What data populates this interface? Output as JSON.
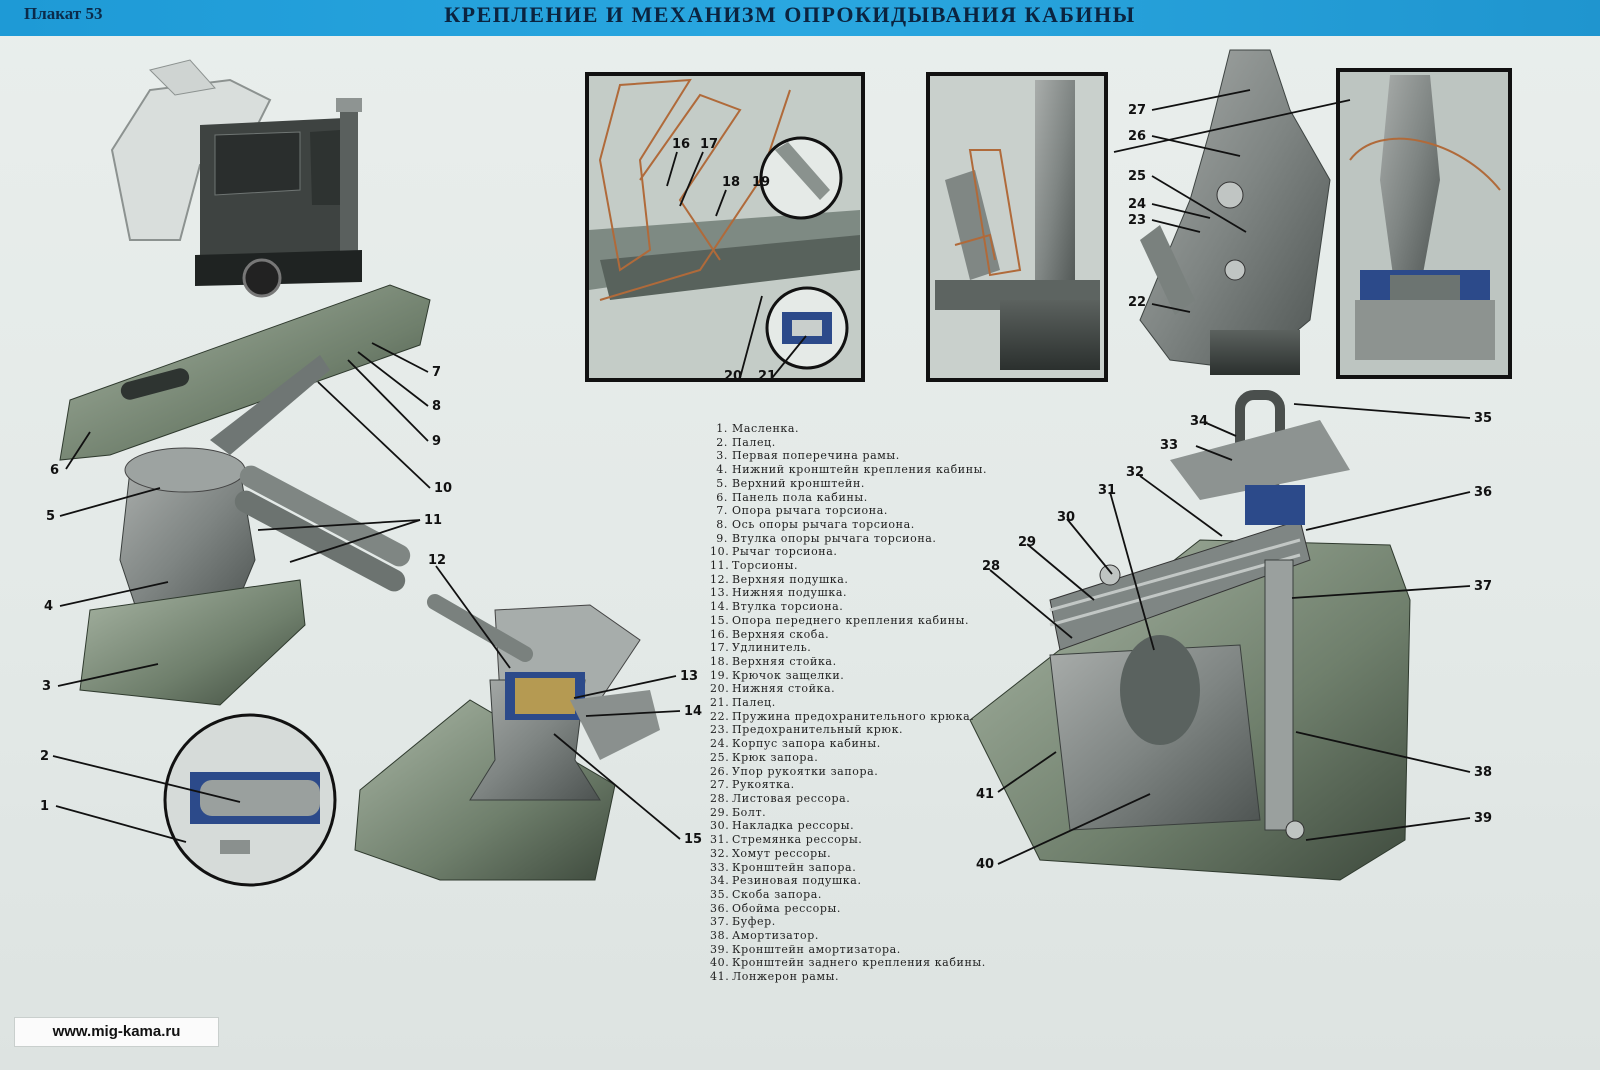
{
  "header": {
    "plakat": "Плакат 53",
    "title": "КРЕПЛЕНИЕ И МЕХАНИЗМ ОПРОКИДЫВАНИЯ КАБИНЫ"
  },
  "legend": [
    {
      "n": "1.",
      "t": "Масленка."
    },
    {
      "n": "2.",
      "t": "Палец."
    },
    {
      "n": "3.",
      "t": "Первая поперечина рамы."
    },
    {
      "n": "4.",
      "t": "Нижний кронштейн крепления кабины."
    },
    {
      "n": "5.",
      "t": "Верхний кронштейн."
    },
    {
      "n": "6.",
      "t": "Панель пола кабины."
    },
    {
      "n": "7.",
      "t": "Опора рычага торсиона."
    },
    {
      "n": "8.",
      "t": "Ось опоры рычага торсиона."
    },
    {
      "n": "9.",
      "t": "Втулка опоры рычага торсиона."
    },
    {
      "n": "10.",
      "t": "Рычаг торсиона."
    },
    {
      "n": "11.",
      "t": "Торсионы."
    },
    {
      "n": "12.",
      "t": "Верхняя подушка."
    },
    {
      "n": "13.",
      "t": "Нижняя подушка."
    },
    {
      "n": "14.",
      "t": "Втулка торсиона."
    },
    {
      "n": "15.",
      "t": "Опора переднего крепления кабины."
    },
    {
      "n": "16.",
      "t": "Верхняя скоба."
    },
    {
      "n": "17.",
      "t": "Удлинитель."
    },
    {
      "n": "18.",
      "t": "Верхняя стойка."
    },
    {
      "n": "19.",
      "t": "Крючок защелки."
    },
    {
      "n": "20.",
      "t": "Нижняя стойка."
    },
    {
      "n": "21.",
      "t": "Палец."
    },
    {
      "n": "22.",
      "t": "Пружина предохранительного крюка."
    },
    {
      "n": "23.",
      "t": "Предохранительный крюк."
    },
    {
      "n": "24.",
      "t": "Корпус запора кабины."
    },
    {
      "n": "25.",
      "t": "Крюк запора."
    },
    {
      "n": "26.",
      "t": "Упор рукоятки запора."
    },
    {
      "n": "27.",
      "t": "Рукоятка."
    },
    {
      "n": "28.",
      "t": "Листовая рессора."
    },
    {
      "n": "29.",
      "t": "Болт."
    },
    {
      "n": "30.",
      "t": "Накладка рессоры."
    },
    {
      "n": "31.",
      "t": "Стремянка рессоры."
    },
    {
      "n": "32.",
      "t": "Хомут рессоры."
    },
    {
      "n": "33.",
      "t": "Кронштейн запора."
    },
    {
      "n": "34.",
      "t": "Резиновая подушка."
    },
    {
      "n": "35.",
      "t": "Скоба запора."
    },
    {
      "n": "36.",
      "t": "Обойма рессоры."
    },
    {
      "n": "37.",
      "t": "Буфер."
    },
    {
      "n": "38.",
      "t": "Амортизатор."
    },
    {
      "n": "39.",
      "t": "Кронштейн амортизатора."
    },
    {
      "n": "40.",
      "t": "Кронштейн заднего крепления кабины."
    },
    {
      "n": "41.",
      "t": "Лонжерон рамы."
    }
  ],
  "callouts": [
    "1",
    "2",
    "3",
    "4",
    "5",
    "6",
    "7",
    "8",
    "9",
    "10",
    "11",
    "12",
    "13",
    "14",
    "15",
    "16",
    "17",
    "18",
    "19",
    "20",
    "21",
    "22",
    "23",
    "24",
    "25",
    "26",
    "27",
    "28",
    "29",
    "30",
    "31",
    "32",
    "33",
    "34",
    "35",
    "36",
    "37",
    "38",
    "39",
    "40",
    "41"
  ],
  "footer": {
    "site": "www.mig-kama.ru"
  }
}
